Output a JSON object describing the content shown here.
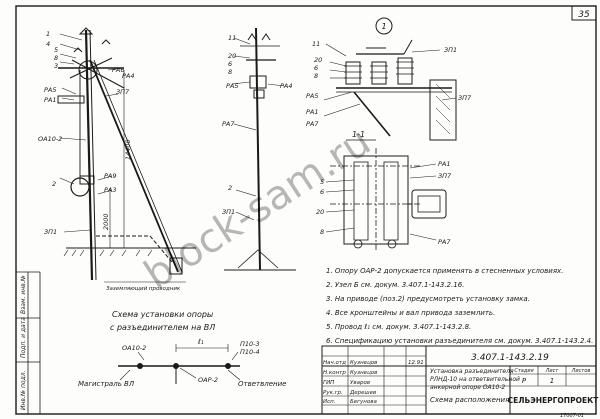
{
  "sheet": {
    "page_number": "35",
    "stamp_number": "17007-01"
  },
  "section_mark": "1",
  "section_label": "1-1",
  "left_callouts": {
    "c1": "1",
    "c2": "4",
    "c5": "5",
    "c8": "8",
    "c3": "3",
    "pa5": "РА5",
    "pa6": "РА6",
    "pa1": "РА1",
    "pa4": "РА4",
    "zp7": "ЗП7",
    "dlu2": "ОА10-2",
    "c2b": "2",
    "pa9": "РА9",
    "pa3": "РА3",
    "zp1": "ЗП1",
    "h1": "14400",
    "h2": "2000"
  },
  "ground_label": "Заземляющий проводник",
  "mid_callouts": {
    "c11": "11",
    "c20": "20",
    "c6": "6",
    "c8": "8",
    "pa5": "РА5",
    "pa4": "РА4",
    "pa7": "РА7",
    "c2": "2",
    "zp1": "ЗП1"
  },
  "right_callouts": {
    "c11": "11",
    "c20": "20",
    "c6": "6",
    "c8": "8",
    "zp1": "ЗП1",
    "pa5": "РА5",
    "pa1": "РА1",
    "pa7": "РА7",
    "zp7": "ЗП7",
    "sec_c5": "5",
    "sec_c6": "6",
    "sec_c20": "20",
    "sec_c8": "8",
    "sec_pa1": "РА1",
    "sec_zp7": "ЗП7",
    "sec_pa7": "РА7"
  },
  "notes": [
    "1. Опору ОАР-2 допускается применять в стесненных условиях.",
    "2. Узел Б см. докум. 3.407.1-143.2.16.",
    "3. На приводе (поз.2) предусмотреть установку замка.",
    "4. Все кронштейны и вал привода заземлить.",
    "5. Провод  ℓ₁  см. докум. 3.407.1-143.2.8.",
    "6. Спецификацию установки разъединителя см. докум. 3.407.1-143.2.4."
  ],
  "scheme": {
    "title_line1": "Схема установки опоры",
    "title_line2": "с разъединителем на ВЛ",
    "left_label": "ОА10-2",
    "mid_label": "ОАР-2",
    "dist_label": "ℓ₁",
    "right_label1": "П10-3",
    "right_label2": "П10-4",
    "main_label": "Магистраль ВЛ",
    "branch_label": "Ответвление"
  },
  "side_margin": {
    "text1": "Инв.№ подл.",
    "text2": "Подп. и дата",
    "text3": "Взам. инв.№"
  },
  "title_block": {
    "rows": [
      {
        "role": "Нач.отд",
        "name": "Кузнецов"
      },
      {
        "role": "Н.контр",
        "name": "Кузнецов"
      },
      {
        "role": "ГИП",
        "name": "Уваров"
      },
      {
        "role": "Рук.гр.",
        "name": "Дерешев"
      },
      {
        "role": "Исп.",
        "name": "Бегунова"
      }
    ],
    "date": "12.91",
    "doc_code": "3.407.1-143.2.19",
    "title_lines": [
      "Установка разъединителя",
      "РЛНД-10 на ответвительной",
      "анкерной опоре ОА10-2",
      "Схема расположения"
    ],
    "stage_head": "Стадия",
    "sheet_head": "Лист",
    "sheets_head": "Листов",
    "stage": "Р",
    "sheet_no": "1",
    "sheets": "",
    "org": "СЕЛЬЭНЕРГОПРОЕКТ"
  },
  "watermark": "block-sam.ru"
}
